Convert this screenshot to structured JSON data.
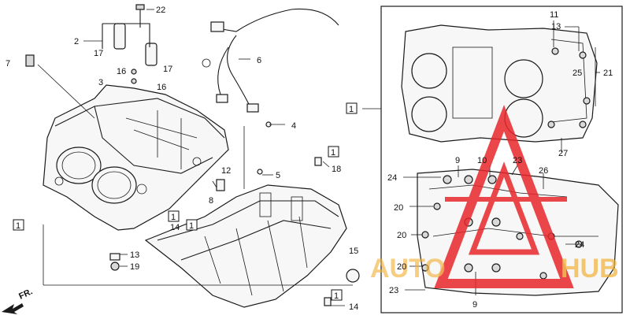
{
  "callouts": {
    "c22": "22",
    "c2": "2",
    "c17a": "17",
    "c17b": "17",
    "c16a": "16",
    "c16b": "16",
    "c3": "3",
    "c7": "7",
    "c6": "6",
    "c4": "4",
    "c5": "5",
    "c12": "12",
    "c8": "8",
    "c18": "18",
    "c13": "13",
    "c19": "19",
    "c14a": "14",
    "c14b": "14",
    "c15": "15",
    "c11": "11",
    "c13r": "13",
    "c25": "25",
    "c21": "21",
    "c27": "27",
    "c9a": "9",
    "c10": "10",
    "c23a": "23",
    "c26": "26",
    "c24a": "24",
    "c20a": "20",
    "c20b": "20",
    "c24b": "24",
    "c20c": "20",
    "c23b": "23",
    "c9b": "9"
  },
  "boxed": {
    "b1a": "1",
    "b1b": "1",
    "b1c": "1",
    "b1d": "1",
    "b1e": "1",
    "b1f": "1"
  },
  "direction_label": "FR.",
  "watermark": {
    "text_left": "AUTO",
    "text_right": "HUB",
    "color": "#e8262b",
    "text_color": "#f2b23a"
  }
}
